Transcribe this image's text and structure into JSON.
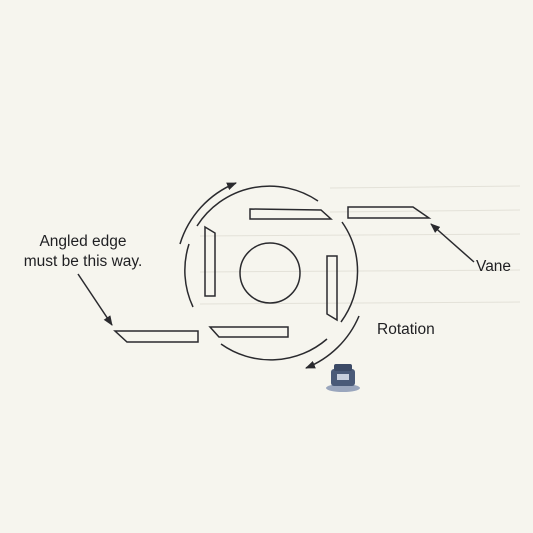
{
  "labels": {
    "angled_edge_line1": "Angled edge",
    "angled_edge_line2": "must be this way.",
    "vane": "Vane",
    "rotation": "Rotation"
  },
  "colors": {
    "background": "#f6f5ee",
    "ink": "#2a2a2e",
    "show_through": "#e3e1d8",
    "stamp": "#4a5a78"
  }
}
